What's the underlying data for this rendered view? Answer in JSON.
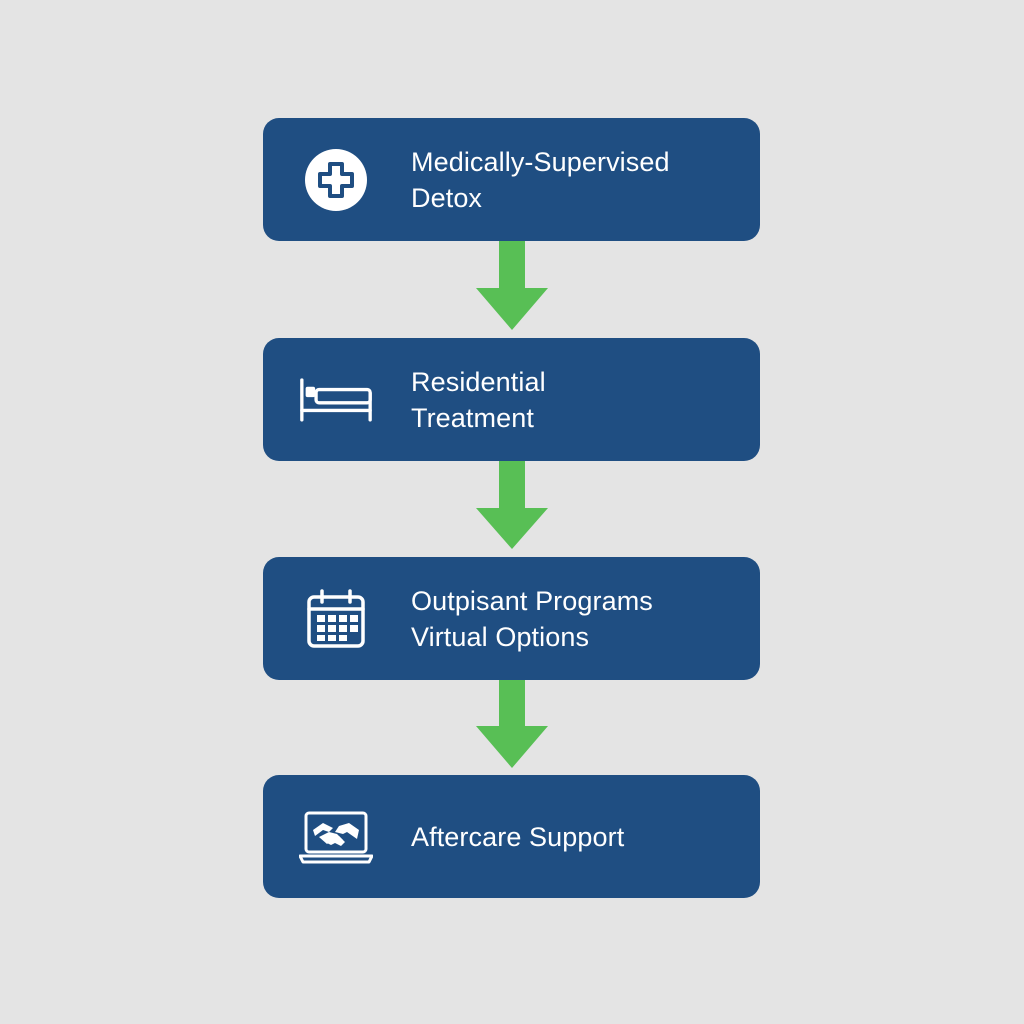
{
  "colors": {
    "background": "#e4e4e4",
    "box": "#1f4e82",
    "arrow": "#58bf55",
    "text": "#ffffff"
  },
  "steps": [
    {
      "icon": "medical-cross-icon",
      "lines": [
        "Medically-Supervised",
        "Detox"
      ]
    },
    {
      "icon": "bed-icon",
      "lines": [
        "Residential",
        "Treatment"
      ]
    },
    {
      "icon": "calendar-icon",
      "lines": [
        "Outpisant Programs",
        "Virtual Options"
      ]
    },
    {
      "icon": "laptop-handshake-icon",
      "lines": [
        "Aftercare Support"
      ]
    }
  ],
  "connectors": [
    "arrow-down",
    "arrow-down",
    "arrow-down"
  ]
}
